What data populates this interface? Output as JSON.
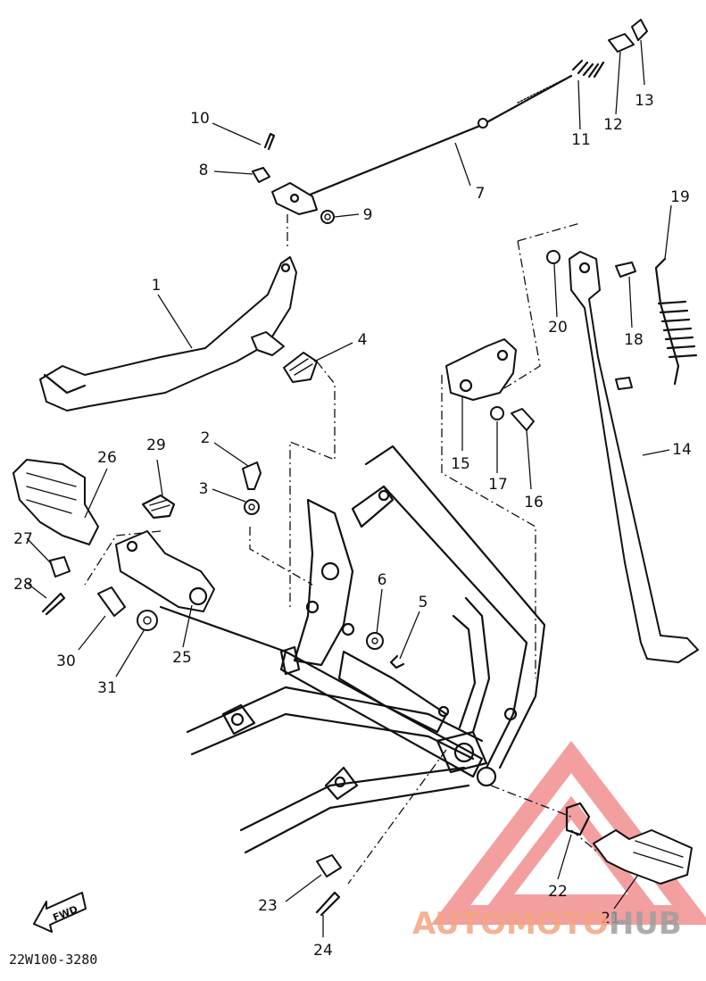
{
  "callouts": {
    "p1": "1",
    "p2": "2",
    "p3": "3",
    "p4": "4",
    "p5": "5",
    "p6": "6",
    "p7": "7",
    "p8": "8",
    "p9": "9",
    "p10": "10",
    "p11": "11",
    "p12": "12",
    "p13": "13",
    "p14": "14",
    "p15": "15",
    "p16": "16",
    "p17": "17",
    "p18": "18",
    "p19": "19",
    "p20": "20",
    "p21": "21",
    "p22": "22",
    "p23": "23",
    "p24": "24",
    "p25": "25",
    "p26": "26",
    "p27": "27",
    "p28": "28",
    "p29": "29",
    "p30": "30",
    "p31": "31"
  },
  "direction_label": "FWD",
  "drawing_code": "22W100-3280",
  "watermark": {
    "part1": "AUTOMOTO",
    "part2": "HUB",
    "color1": "#f4a582",
    "color2": "#9e9e9e",
    "triangle_color": "#f08080"
  }
}
